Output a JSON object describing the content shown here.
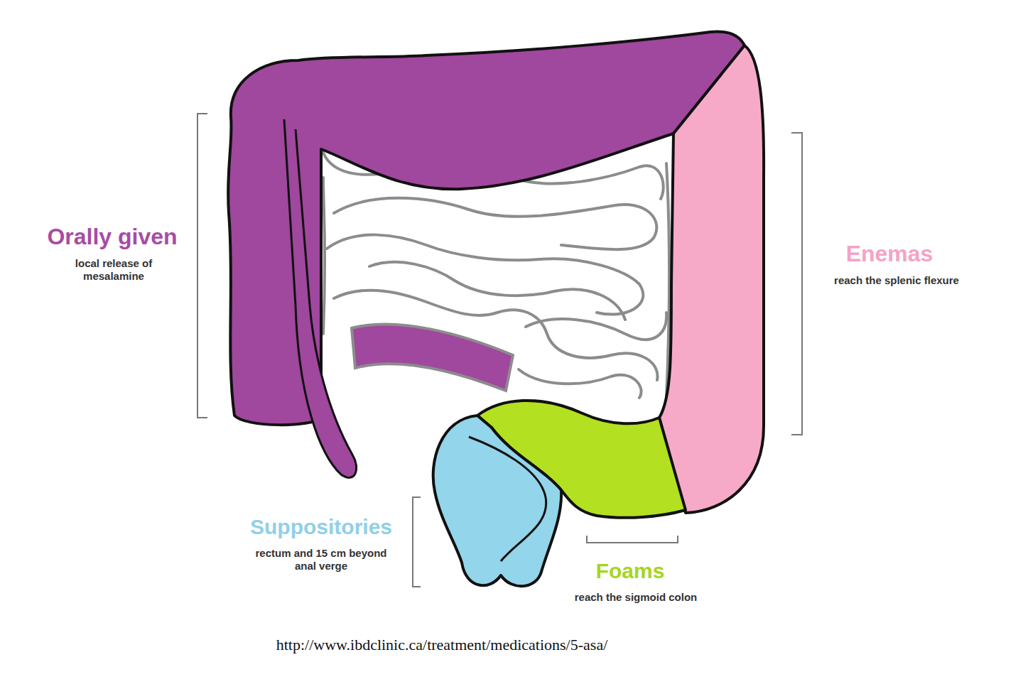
{
  "diagram": {
    "labels": [
      "Orally given",
      "local release of mesalamine",
      "Enemas",
      "reach the splenic flexure",
      "Suppositories",
      "rectum and 15 cm beyond anal verge",
      "Foams",
      "reach the sigmoid colon",
      "http://www.ibdclinic.ca/treatment/medications/5-asa/"
    ]
  }
}
